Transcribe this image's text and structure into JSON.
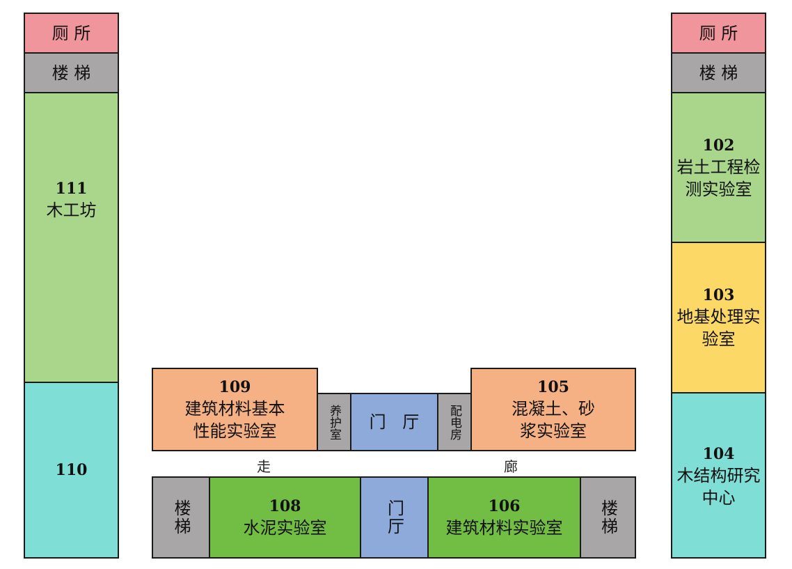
{
  "colors": {
    "toilet": "#f0959c",
    "stairs": "#a8a6a6",
    "light_green": "#aad68b",
    "cyan": "#7fded6",
    "yellow": "#fcd966",
    "orange": "#f5b183",
    "blue": "#8eaadb",
    "green": "#72bd44"
  },
  "left_wing": {
    "toilet": "厕 所",
    "stairs": "楼 梯",
    "room_111": {
      "number": "111",
      "name": "木工坊"
    },
    "room_110": {
      "number": "110"
    }
  },
  "right_wing": {
    "toilet": "厕 所",
    "stairs": "楼 梯",
    "room_102": {
      "number": "102",
      "name_line1": "岩土工程检",
      "name_line2": "测实验室"
    },
    "room_103": {
      "number": "103",
      "name_line1": "地基处理实",
      "name_line2": "验室"
    },
    "room_104": {
      "number": "104",
      "name_line1": "木结构研究",
      "name_line2": "中心"
    }
  },
  "center_top": {
    "room_109": {
      "number": "109",
      "name_line1": "建筑材料基本",
      "name_line2": "性能实验室"
    },
    "curing_room": "养护室",
    "lobby": "门 厅",
    "power_room": "配电房",
    "room_105": {
      "number": "105",
      "name_line1": "混凝土、砂",
      "name_line2": "浆实验室"
    }
  },
  "corridor": {
    "char1": "走",
    "char2": "廊"
  },
  "center_bottom": {
    "stairs_left": "楼梯",
    "room_108": {
      "number": "108",
      "name": "水泥实验室"
    },
    "lobby": "门厅",
    "room_106": {
      "number": "106",
      "name": "建筑材料实验室"
    },
    "stairs_right": "楼梯"
  }
}
